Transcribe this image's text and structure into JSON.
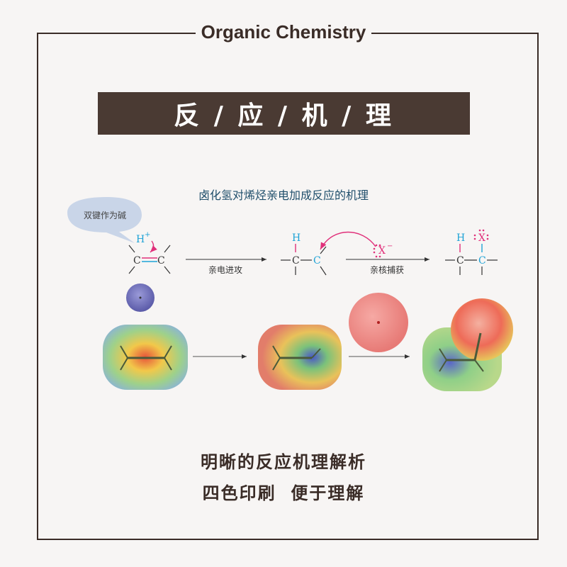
{
  "header": {
    "title": "Organic Chemistry"
  },
  "banner": {
    "text": "反 / 应 / 机 / 理"
  },
  "diagram": {
    "title": "卤化氢对烯烃亲电加成反应的机理",
    "bubble_label": "双键作为碱",
    "step1_label": "亲电进攻",
    "step2_label": "亲核捕获",
    "atoms": {
      "h_plus": "H",
      "plus_sign": "+",
      "h": "H",
      "c": "C",
      "x": "X",
      "minus_sign": "−"
    }
  },
  "captions": {
    "line1": "明晰的反应机理解析",
    "line2": "四色印刷  便于理解"
  },
  "colors": {
    "frame": "#3a2c27",
    "banner_bg": "#4a3a33",
    "title_blue": "#1f4e6b",
    "atom_cyan": "#1fa3d6",
    "atom_magenta": "#e0307a"
  }
}
